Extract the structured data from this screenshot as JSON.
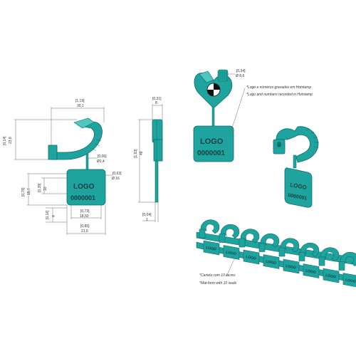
{
  "colors": {
    "seal": "#1fa39f",
    "seal_dark": "#0e6e6a",
    "seal_light": "#4fc6c0",
    "text_dark": "#14403f"
  },
  "front_view": {
    "width_in": "[1,19]",
    "width_mm": "30,1",
    "height_in": "[0,14]",
    "height_mm": "23,8",
    "wire_in": "[0,06]",
    "wire_mm": "Ø1,4",
    "hole_in": "[0,63]",
    "hole_mm": "Ø 16",
    "tag_h_in": "[0,78]",
    "tag_h_mm": "19,7",
    "tag_top_in": "[0,39]",
    "tag_top_mm": "10",
    "tag_bot_in": "[0,16]",
    "tag_bot_mm": "4",
    "tag_inner_in": "[0,73]",
    "tag_inner_mm": "18,50",
    "tag_w_in": "[0,85]",
    "tag_w_mm": "21,6",
    "logo": "LOGO",
    "number": "0000001"
  },
  "side_view": {
    "width_in": "[0,31]",
    "width_mm": "8",
    "height_in": "[1,93]",
    "height_mm": "49",
    "thick_in": "[0,04]",
    "thick_mm": "1"
  },
  "detail_view": {
    "dim_in": "[0,34]",
    "dim_mm": "Ø 8,6",
    "note_pt": "*Logo e números gravados em Hotstamp",
    "note_en": "*Logo and numbers recorded in Hotstamp",
    "logo": "LOGO",
    "number": "0000001"
  },
  "iso_view": {
    "logo": "LOGO",
    "number": "0000001"
  },
  "mat_view": {
    "note_pt": "*Cartela com 10 lacres",
    "note_en": "*Mat-form with 10 seals",
    "tag_logos": [
      "LOGO",
      "LOGO",
      "LOGO",
      "LOGO",
      "LOGO",
      "LOGO",
      "LOGO",
      "LOGO"
    ]
  }
}
